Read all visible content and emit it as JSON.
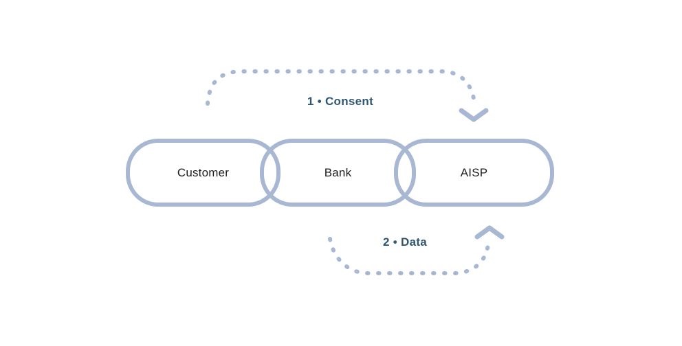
{
  "diagram": {
    "nodes": [
      {
        "id": "customer",
        "label": "Customer"
      },
      {
        "id": "bank",
        "label": "Bank"
      },
      {
        "id": "aisp",
        "label": "AISP"
      }
    ],
    "flows": [
      {
        "step": "1",
        "label": "1 • Consent",
        "from": "customer",
        "to": "aisp",
        "position": "top",
        "arrow_direction": "down"
      },
      {
        "step": "2",
        "label": "2 • Data",
        "from": "bank",
        "to": "aisp",
        "position": "bottom",
        "arrow_direction": "up"
      }
    ]
  },
  "colors": {
    "background": "#ffffff",
    "pillBorder": "#a8b8d3",
    "dottedLine": "#a8b8d3",
    "nodeLabel": "#1c1c1e",
    "flowLabel": "#305670"
  }
}
